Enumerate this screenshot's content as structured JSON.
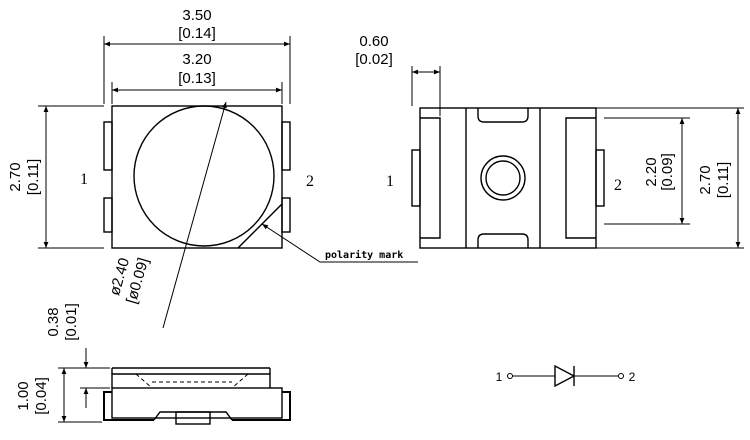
{
  "top_view": {
    "width_outer": "3.50",
    "width_outer_in": "[0.14]",
    "width_inner": "3.20",
    "width_inner_in": "[0.13]",
    "height": "2.70",
    "height_in": "[0.11]",
    "pin_left": "1",
    "pin_right": "2",
    "lens_dia": "ø2.40",
    "lens_dia_in": "[ø0.09]",
    "polarity_label": "polarity mark"
  },
  "bottom_view": {
    "pad_width": "0.60",
    "pad_width_in": "[0.02]",
    "pad_height": "2.20",
    "pad_height_in": "[0.09]",
    "height": "2.70",
    "height_in": "[0.11]",
    "pin_left": "1",
    "pin_right": "2"
  },
  "side_view": {
    "lens_height": "0.38",
    "lens_height_in": "[0.01]",
    "total_height": "1.00",
    "total_height_in": "[0.04]"
  },
  "symbol": {
    "anode": "1",
    "cathode": "2"
  }
}
